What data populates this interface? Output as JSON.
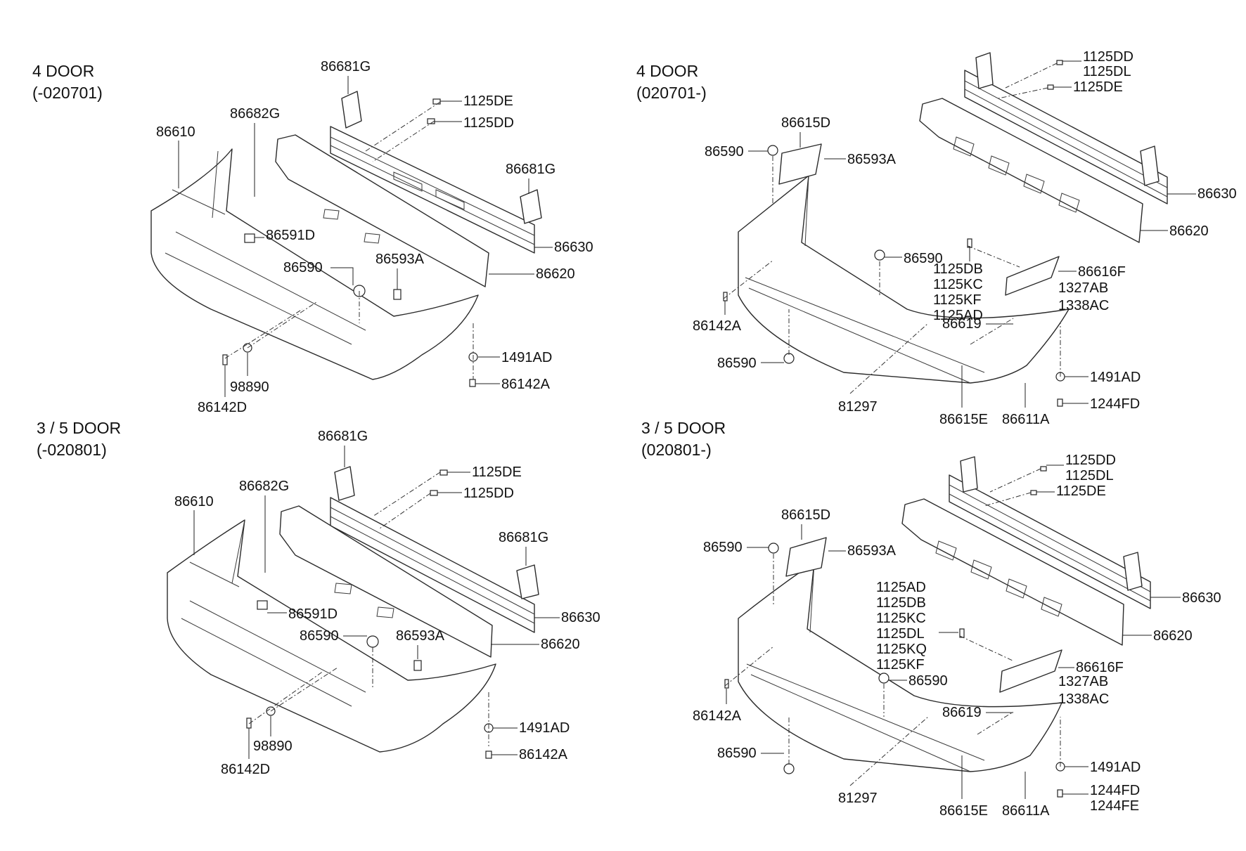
{
  "sections": [
    {
      "title_line1": "4 DOOR",
      "title_line2": "(-020701)",
      "labels": [
        "86681G",
        "1125DE",
        "1125DD",
        "86682G",
        "86610",
        "86681G",
        "86591D",
        "86630",
        "86593A",
        "86590",
        "86620",
        "1491AD",
        "86142A",
        "98890",
        "86142D"
      ]
    },
    {
      "title_line1": "4 DOOR",
      "title_line2": "(020701-)",
      "labels": [
        "1125DD",
        "1125DL",
        "1125DE",
        "86615D",
        "86590",
        "86593A",
        "86630",
        "86620",
        "86590",
        "86616F",
        "1125DB",
        "1125KC",
        "1125KF",
        "1125AD",
        "1327AB",
        "1338AC",
        "86619",
        "86142A",
        "86590",
        "1491AD",
        "81297",
        "1244FD",
        "86615E",
        "86611A"
      ]
    },
    {
      "title_line1": "3 / 5 DOOR",
      "title_line2": "(-020801)",
      "labels": [
        "86681G",
        "1125DE",
        "1125DD",
        "86682G",
        "86610",
        "86681G",
        "86591D",
        "86630",
        "86590",
        "86593A",
        "86620",
        "1491AD",
        "86142A",
        "98890",
        "86142D"
      ]
    },
    {
      "title_line1": "3 / 5 DOOR",
      "title_line2": "(020801-)",
      "labels": [
        "1125DD",
        "1125DL",
        "1125DE",
        "86615D",
        "86590",
        "86593A",
        "86630",
        "1125AD",
        "1125DB",
        "1125KC",
        "1125DL",
        "1125KQ",
        "1125KF",
        "86620",
        "86616F",
        "86590",
        "1327AB",
        "1338AC",
        "86619",
        "86142A",
        "86590",
        "1491AD",
        "1244FD",
        "1244FE",
        "81297",
        "86615E",
        "86611A"
      ]
    }
  ]
}
